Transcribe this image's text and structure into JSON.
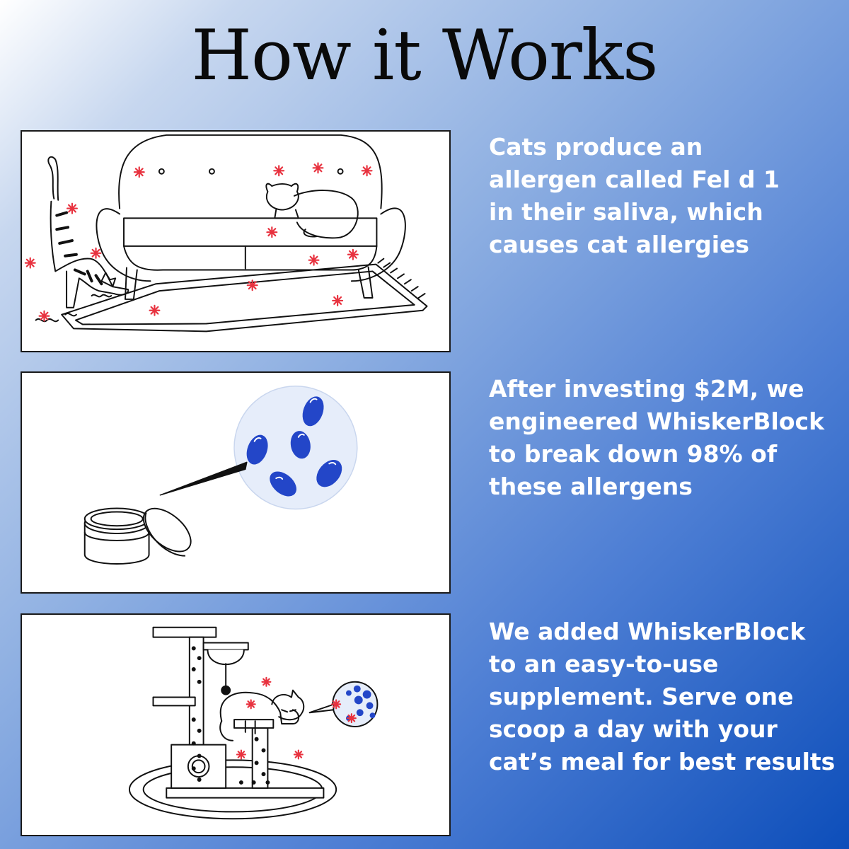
{
  "title": "How it Works",
  "steps": [
    {
      "text": "Cats produce an\nallergen called Fel d 1\nin their saliva, which\ncauses cat allergies",
      "illustration": "couch-cats-allergens"
    },
    {
      "text": "After investing $2M, we\nengineered WhiskerBlock\nto break down 98% of\nthese allergens",
      "illustration": "supplement-jar-magnified-molecules"
    },
    {
      "text": "We added WhiskerBlock\nto an easy-to-use\nsupplement. Serve one\nscoop a day with your\ncat’s meal for best results",
      "illustration": "cat-tree-sleeping-cat"
    }
  ],
  "colors": {
    "allergen": "#e8323f",
    "molecule": "#2346c8",
    "bubble": "#e6edfa",
    "text": "#ffffff",
    "title": "#0a0a0a"
  }
}
